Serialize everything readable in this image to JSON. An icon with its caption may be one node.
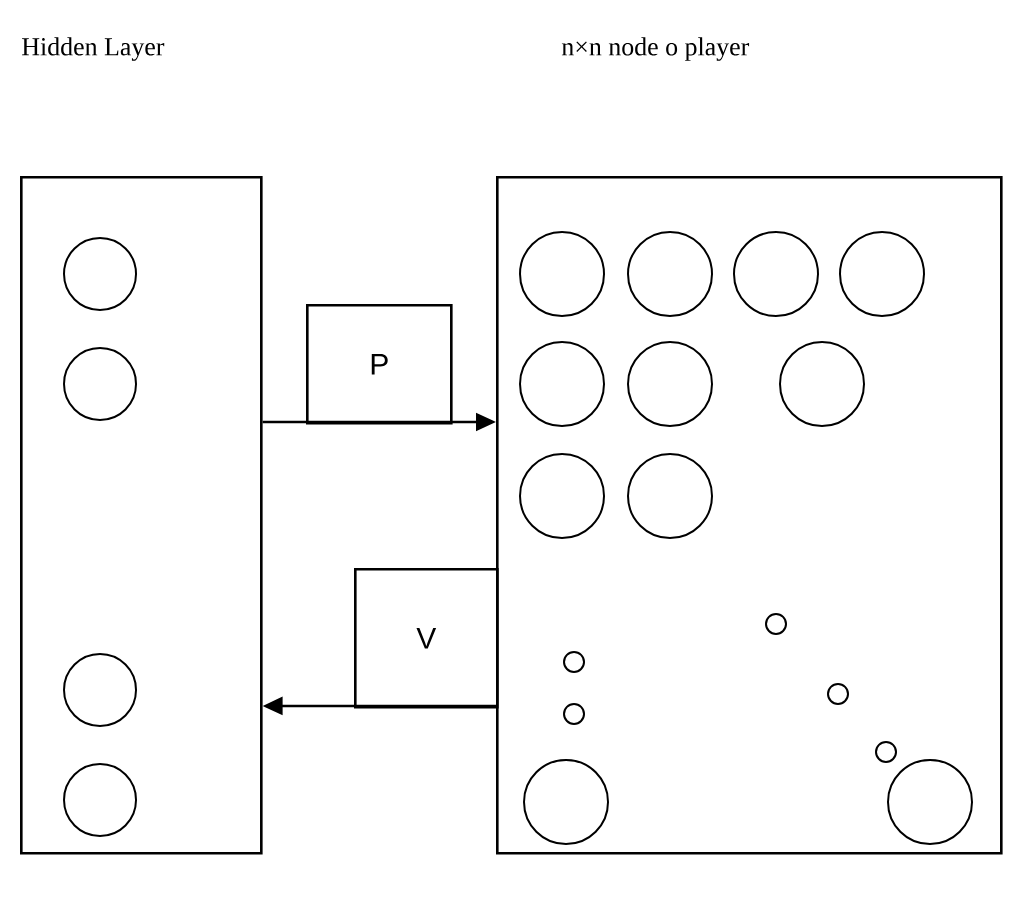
{
  "diagram": {
    "nodes": [
      {
        "text": [
          "Hidden Layer"
        ]
      },
      {
        "text": [],
        "shape": "circle",
        "in": 0
      },
      {
        "text": [],
        "shape": "circle",
        "in": 0
      },
      {
        "text": [],
        "shape": "circle",
        "in": 0
      },
      {
        "text": [],
        "shape": "circle",
        "in": 0
      },
      {
        "text": [
          "P"
        ]
      },
      {
        "text": [
          "V"
        ]
      },
      {
        "text": [
          "n×n node o player"
        ]
      },
      {
        "text": [],
        "shape": "circle",
        "in": 7
      },
      {
        "text": [],
        "shape": "circle",
        "in": 7
      },
      {
        "text": [],
        "shape": "circle",
        "in": 7
      },
      {
        "text": [],
        "shape": "circle",
        "in": 7
      },
      {
        "text": [],
        "shape": "circle",
        "in": 7
      },
      {
        "text": [],
        "shape": "circle",
        "in": 7
      },
      {
        "text": [],
        "shape": "circle",
        "in": 7
      },
      {
        "text": [],
        "shape": "circle",
        "in": 7
      },
      {
        "text": [],
        "shape": "circle",
        "in": 7
      },
      {
        "text": [],
        "shape": "circle",
        "in": 7
      },
      {
        "text": [],
        "shape": "circle",
        "in": 7
      }
    ],
    "edges": [
      {
        "from": 0,
        "to": 7,
        "arrow": "to"
      },
      {
        "from": 7,
        "to": 0,
        "arrow": "to"
      }
    ]
  }
}
